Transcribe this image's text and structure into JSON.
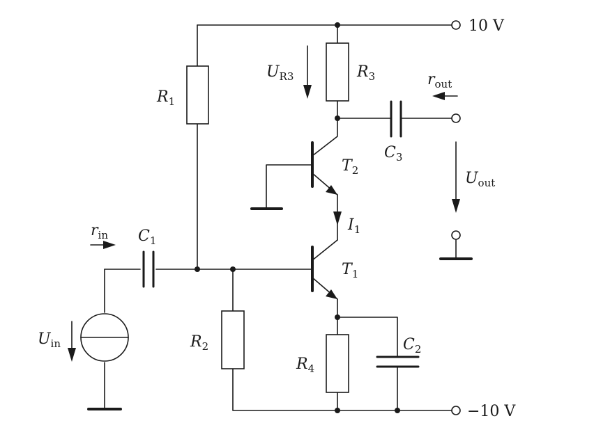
{
  "supply": {
    "positive": "10 V",
    "negative": "−10 V"
  },
  "resistors": [
    {
      "letter": "R",
      "sub": "1"
    },
    {
      "letter": "R",
      "sub": "2"
    },
    {
      "letter": "R",
      "sub": "3"
    },
    {
      "letter": "R",
      "sub": "4"
    }
  ],
  "capacitors": [
    {
      "letter": "C",
      "sub": "1"
    },
    {
      "letter": "C",
      "sub": "2"
    },
    {
      "letter": "C",
      "sub": "3"
    }
  ],
  "transistors": [
    {
      "letter": "T",
      "sub": "1"
    },
    {
      "letter": "T",
      "sub": "2"
    }
  ],
  "current": {
    "letter": "I",
    "sub": "1"
  },
  "voltages": {
    "input": {
      "letter": "U",
      "sub": "in"
    },
    "output": {
      "letter": "U",
      "sub": "out"
    },
    "r3": {
      "letter": "U",
      "sub": "R3"
    }
  },
  "impedances": {
    "input": {
      "letter": "r",
      "sub": "in"
    },
    "output": {
      "letter": "r",
      "sub": "out"
    }
  },
  "colors": {
    "ink": "#1a1a1a",
    "background": "#ffffff"
  }
}
